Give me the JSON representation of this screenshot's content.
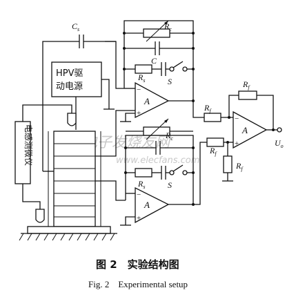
{
  "components": {
    "cs": {
      "main": "C",
      "sub": "s"
    },
    "rc": {
      "main": "R",
      "sub": "c"
    },
    "c_top": {
      "main": "C"
    },
    "rs_top": {
      "main": "R",
      "sub": "s"
    },
    "s_top": {
      "main": "S"
    },
    "rf_top": {
      "main": "R",
      "sub": "f"
    },
    "rf_in1": {
      "main": "R",
      "sub": "f"
    },
    "rf_in2": {
      "main": "R",
      "sub": "f"
    },
    "rf_gnd": {
      "main": "R",
      "sub": "f"
    },
    "rc_bot": {
      "main": "R",
      "sub": "c"
    },
    "rs_bot": {
      "main": "R",
      "sub": "s"
    },
    "s_bot": {
      "main": "S"
    },
    "uo": {
      "main": "U",
      "sub": "o"
    }
  },
  "blocks": {
    "hpv_line1": "HPV驱",
    "hpv_line2": "动电源",
    "instrument": "电感测微仪"
  },
  "amplifiers": {
    "amp1": {
      "label": "A",
      "minus": "−",
      "plus": "+"
    },
    "amp2": {
      "label": "A",
      "minus": "−",
      "plus": "+"
    },
    "amp3": {
      "label": "A",
      "minus": "−",
      "plus": "+"
    }
  },
  "watermark": {
    "cn": "电子发烧友网",
    "url": "www.elecfans.com"
  },
  "caption": {
    "cn": "图 2　实验结构图",
    "en": "Fig. 2　Experimental setup"
  }
}
